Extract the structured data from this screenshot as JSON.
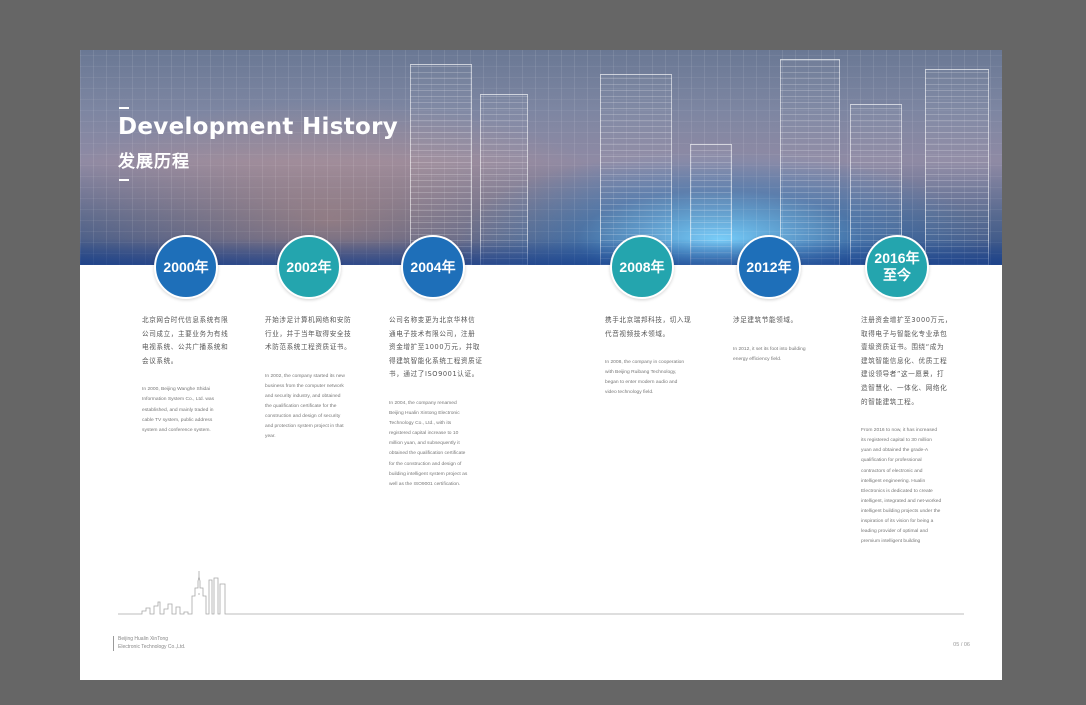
{
  "header": {
    "title_en": "Development History",
    "title_cn": "发展历程"
  },
  "colors": {
    "blue": "#1e6fb9",
    "teal": "#24a5ae",
    "background": "#666666",
    "page": "#ffffff"
  },
  "timeline": [
    {
      "year": "2000年",
      "year_sub": "",
      "color": "blue",
      "text_cn": "北京网合时代信息系统有限\n公司成立，主要业务为有线\n电视系统、公共广播系统和\n会议系统。",
      "text_en": "In 2000, Beijing Wanghe Shidai\nInformation System Co., Ltd. was\nestablished, and mainly traded in\ncable TV system, public address\nsystem and conference system."
    },
    {
      "year": "2002年",
      "year_sub": "",
      "color": "teal",
      "text_cn": "开始涉足计算机网络和安防\n行业，并于当年取得安全技\n术防范系统工程资质证书。",
      "text_en": "In 2002, the company started its new\nbusiness from the computer network\nand security industry, and obtained\nthe qualification certificate for the\nconstruction and design of security\nand protection system project in that\nyear."
    },
    {
      "year": "2004年",
      "year_sub": "",
      "color": "blue",
      "text_cn": "公司名称变更为北京华林信\n通电子技术有限公司，注册\n资金增扩至1000万元，并取\n得建筑智能化系统工程资质证\n书，通过了ISO9001认证。",
      "text_en": "In 2004, the company renamed\nBeijing Hualin Xintong Electronic\nTechnology Co., Ltd., with its\nregistered capital increase to 10\nmillion yuan, and subsequently it\nobtained the qualification certificate\nfor the construction and design of\nbuilding intelligent system project as\nwell as the ISO9001 certification."
    },
    {
      "year": "2008年",
      "year_sub": "",
      "color": "teal",
      "text_cn": "携手北京瑞邦科技，切入现\n代音视频技术领域。",
      "text_en": "In 2008, the company in cooperation\nwith Beijing Ruibang Technology,\nbegan to enter modern audio and\nvideo technology field."
    },
    {
      "year": "2012年",
      "year_sub": "",
      "color": "blue",
      "text_cn": "涉足建筑节能领域。",
      "text_en": "In 2012, it set its foot into building\nenergy efficiency field."
    },
    {
      "year": "2016年",
      "year_sub": "至今",
      "color": "teal",
      "text_cn": "注册资金增扩至3000万元，\n取得电子与智能化专业承包\n壹级资质证书。围绕“成为\n建筑智能信息化、优质工程\n建设领导者”这一愿景，打\n造智慧化、一体化、网络化\n的智能建筑工程。",
      "text_en": "From 2016 to now, it has increased\nits registered capital to 30 million\nyuan and obtained the grade-A\nqualification for professional\ncontractors of electronic and\nintelligent engineering. Hualin\nElectronics is dedicated to create\nintelligent, integrated and net-worked\nintelligent building projects under the\ninspiration of its vision for being a\nleading provider of optimal and\npremium intelligent building"
    }
  ],
  "footer": {
    "company": "Beijing Hualin XinTong\nElectronic Technology Co.,Ltd.",
    "page": "05 / 06"
  }
}
